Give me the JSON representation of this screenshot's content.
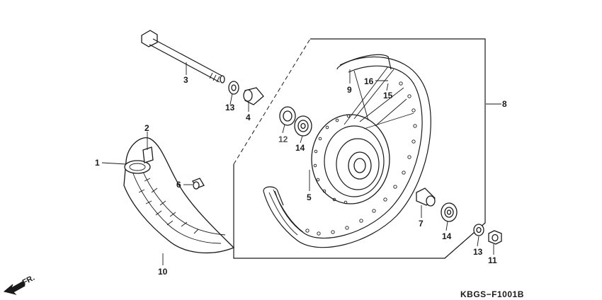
{
  "diagram_code": "KBGS−F1001B",
  "direction_label": "FR.",
  "callouts": {
    "c1": "1",
    "c2": "2",
    "c3": "3",
    "c4": "4",
    "c5": "5",
    "c6": "6",
    "c7": "7",
    "c8": "8",
    "c9": "9",
    "c10": "10",
    "c11": "11",
    "c12": "12",
    "c13a": "13",
    "c13b": "13",
    "c14a": "14",
    "c14b": "14",
    "c15": "15",
    "c16": "16"
  },
  "colors": {
    "line": "#1a1a1a",
    "background": "#ffffff",
    "faded_label": "#555555"
  }
}
